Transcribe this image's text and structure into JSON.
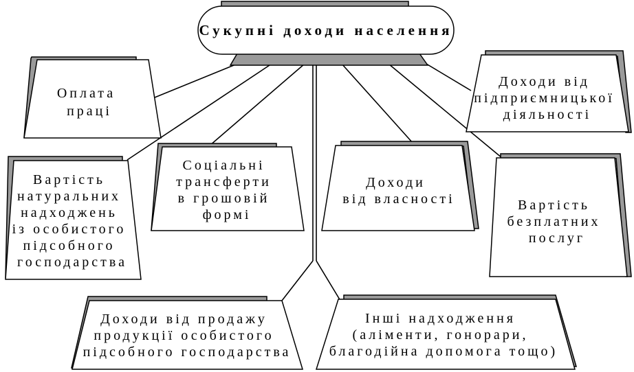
{
  "diagram": {
    "root": {
      "label": "Сукупні доходи населення"
    },
    "nodes": [
      {
        "id": "labor-pay",
        "lines": [
          "Оплата",
          "праці"
        ]
      },
      {
        "id": "business-income",
        "lines": [
          "Доходи від",
          "підприємницької",
          "діяльності"
        ]
      },
      {
        "id": "natural-receipts",
        "lines": [
          "Вартість",
          "натуральних",
          "надходжень",
          "із особистого",
          "підсобного",
          "господарства"
        ]
      },
      {
        "id": "social-transfers",
        "lines": [
          "Соціальні",
          "трансферти",
          "в грошовій",
          "формі"
        ]
      },
      {
        "id": "property-income",
        "lines": [
          "Доходи",
          "від власності"
        ]
      },
      {
        "id": "free-services",
        "lines": [
          "Вартість",
          "безплатних",
          "послуг"
        ]
      },
      {
        "id": "sales-income",
        "lines": [
          "Доходи від продажу",
          "продукції особистого",
          "підсобного господарства"
        ]
      },
      {
        "id": "other-receipts",
        "lines": [
          "Інші надходження",
          "(аліменти, гонорари,",
          "благодійна допомога тощо)"
        ]
      }
    ]
  }
}
